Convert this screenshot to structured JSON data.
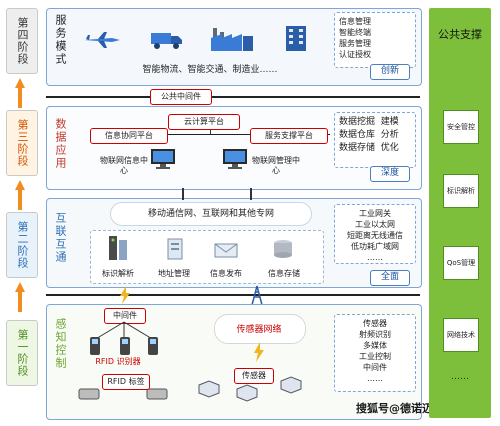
{
  "stages": [
    {
      "label": "第四阶段"
    },
    {
      "label": "第三阶段"
    },
    {
      "label": "第二阶段"
    },
    {
      "label": "第一阶段"
    }
  ],
  "layers": {
    "service": {
      "title": "服务模式",
      "caption": "智能物流、智能交通、制造业……",
      "items": [
        "信息管理",
        "智能终端",
        "服务管理",
        "认证授权",
        "……"
      ],
      "badge": "创新"
    },
    "data": {
      "title": "数据应用",
      "public_middleware": "公共中间件",
      "cloud_platform": "云计算平台",
      "info_collab": "信息协同平台",
      "service_support": "服务支撑平台",
      "center1": "物联网信息中心",
      "center2": "物联网管理中心",
      "items": [
        "数据挖掘",
        "建模",
        "数据仓库",
        "分析",
        "数据存储",
        "优化"
      ],
      "badge": "深度"
    },
    "network": {
      "title": "互联互通",
      "caption": "移动通信网、互联网和其他专网",
      "modules": [
        "标识解析",
        "地址管理",
        "信息发布",
        "信息存储"
      ],
      "items": [
        "工业网关",
        "工业以太网",
        "短距离无线通信",
        "低功耗广域网",
        "……"
      ],
      "badge": "全面"
    },
    "sensing": {
      "title": "感知控制",
      "middleware": "中间件",
      "rfid_reader": "RFID 识别器",
      "rfid_tag": "RFID 标签",
      "sensor_network": "传感器网络",
      "sensor": "传感器",
      "items": [
        "传感器",
        "射频识别",
        "多媒体",
        "工业控制",
        "中间件",
        "……"
      ],
      "watermark": "搜狐号@德诺迈斯"
    }
  },
  "public_support": {
    "title": "公共支撑",
    "items": [
      "安全管控",
      "标识解析",
      "QoS管理",
      "网络技术",
      "……"
    ]
  },
  "colors": {
    "stage_orange": "#f28c1e",
    "panel_green": "#7dbf3a",
    "layer_blue": "#7fa6d6",
    "tag_red": "#cc0000"
  }
}
